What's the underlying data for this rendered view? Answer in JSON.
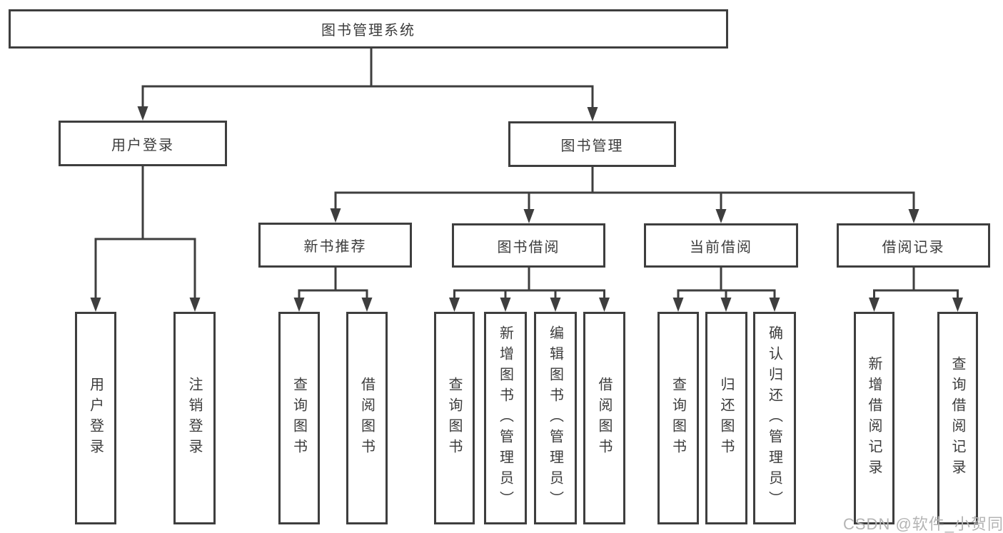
{
  "diagram": {
    "root": {
      "label": "图书管理系统",
      "children": [
        {
          "label": "用户登录",
          "children": [
            {
              "label": "用户登录"
            },
            {
              "label": "注销登录"
            }
          ]
        },
        {
          "label": "图书管理",
          "children": [
            {
              "label": "新书推荐",
              "children": [
                {
                  "label": "查询图书"
                },
                {
                  "label": "借阅图书"
                }
              ]
            },
            {
              "label": "图书借阅",
              "children": [
                {
                  "label": "查询图书"
                },
                {
                  "label": "新增图书（管理员）"
                },
                {
                  "label": "编辑图书（管理员）"
                },
                {
                  "label": "借阅图书"
                }
              ]
            },
            {
              "label": "当前借阅",
              "children": [
                {
                  "label": "查询图书"
                },
                {
                  "label": "归还图书"
                },
                {
                  "label": "确认归还（管理员）"
                }
              ]
            },
            {
              "label": "借阅记录",
              "children": [
                {
                  "label": "新增借阅记录"
                },
                {
                  "label": "查询借阅记录"
                }
              ]
            }
          ]
        }
      ]
    },
    "line_color": "#3e3e3e",
    "text_color": "#3c3c3c"
  },
  "watermark": {
    "text": "CSDN @软件_小贺同学",
    "color": "#b4b4b4"
  }
}
